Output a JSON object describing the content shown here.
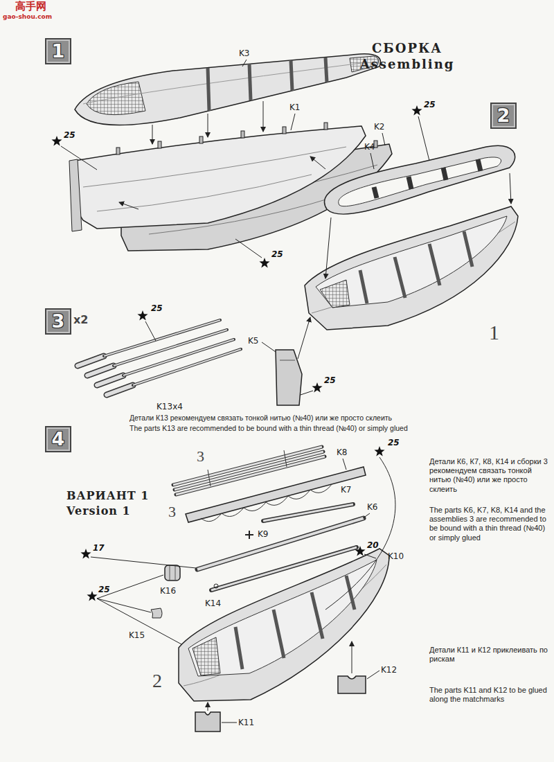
{
  "diagram": {
    "title": "СБОРКА Assembling",
    "nodes": [
      {
        "text": [
          "1"
        ]
      },
      {
        "text": [
          "2"
        ]
      },
      {
        "text": [
          "3"
        ]
      },
      {
        "text": [
          "4"
        ]
      }
    ],
    "labels": [
      "高手网",
      "gao-shou.com",
      "K3",
      "K1",
      "25",
      "K2",
      "25",
      "25",
      "K4",
      "x2",
      "25",
      "K5",
      "1",
      "K13x4",
      "25",
      "Детали К13 рекомендуем связать тонкой нитью (№40) или же просто склеить",
      "The parts K13 are recommended to be bound with a thin thread (№40) or simply glued",
      "ВАРИАНТ 1",
      "Version 1",
      "3",
      "K8",
      "25",
      "Детали К6, К7, К8, К14 и сборки 3 рекомендуем связать тонкой нитью (№40) или же просто склеить",
      "The parts K6, K7, K8, K14 and the assemblies 3 are recommended to be bound with a thin thread (№40) or simply glued",
      "K7",
      "K6",
      "3",
      "K9",
      "20",
      "K10",
      "17",
      "K16",
      "K14",
      "25",
      "K15",
      "2",
      "Детали К11 и К12 приклеивать по рискам",
      "The parts K11 and K12 to be glued along the matchmarks",
      "K12",
      "K11"
    ]
  }
}
